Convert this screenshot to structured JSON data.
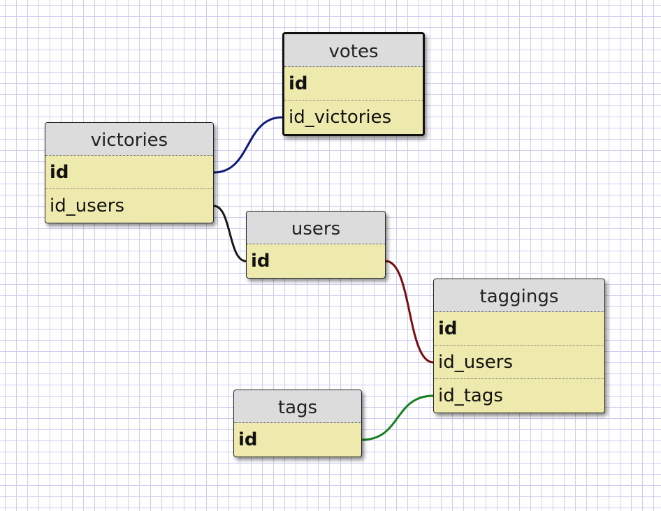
{
  "tables": [
    {
      "key": "votes",
      "name": "votes",
      "selected": true,
      "fields": [
        {
          "name": "id",
          "pk": true
        },
        {
          "name": "id_victories",
          "pk": false
        }
      ]
    },
    {
      "key": "victories",
      "name": "victories",
      "selected": false,
      "fields": [
        {
          "name": "id",
          "pk": true
        },
        {
          "name": "id_users",
          "pk": false
        }
      ]
    },
    {
      "key": "users",
      "name": "users",
      "selected": false,
      "fields": [
        {
          "name": "id",
          "pk": true
        }
      ]
    },
    {
      "key": "taggings",
      "name": "taggings",
      "selected": false,
      "fields": [
        {
          "name": "id",
          "pk": true
        },
        {
          "name": "id_users",
          "pk": false
        },
        {
          "name": "id_tags",
          "pk": false
        }
      ]
    },
    {
      "key": "tags",
      "name": "tags",
      "selected": false,
      "fields": [
        {
          "name": "id",
          "pk": true
        }
      ]
    }
  ],
  "relations": [
    {
      "from_table": "victories",
      "from_field": "id",
      "to_table": "votes",
      "to_field": "id_victories",
      "color": "#101a7a"
    },
    {
      "from_table": "victories",
      "from_field": "id_users",
      "to_table": "users",
      "to_field": "id",
      "color": "#1a1a1a"
    },
    {
      "from_table": "users",
      "from_field": "id",
      "to_table": "taggings",
      "to_field": "id_users",
      "color": "#7a0d0d"
    },
    {
      "from_table": "tags",
      "from_field": "id",
      "to_table": "taggings",
      "to_field": "id_tags",
      "color": "#15801c"
    }
  ],
  "colors": {
    "table_body": "#eeeaad",
    "table_header": "#dcdcdc",
    "grid": "#cfcdf0"
  }
}
